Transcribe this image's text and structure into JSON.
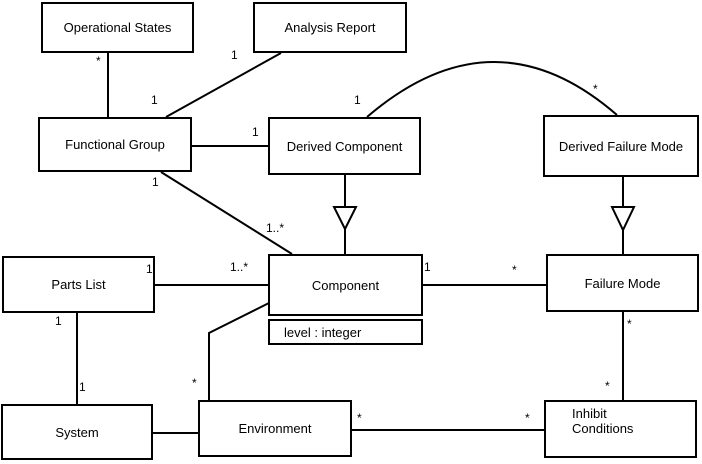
{
  "diagram": {
    "type": "uml-class-diagram",
    "background_color": "#ffffff",
    "line_color": "#000000",
    "classes": [
      {
        "label": "Operational States"
      },
      {
        "label": "Analysis Report"
      },
      {
        "label": "Functional Group"
      },
      {
        "label": "Derived Component"
      },
      {
        "label": "Derived Failure Mode"
      },
      {
        "label": "Parts List"
      },
      {
        "label": "Component",
        "attributes": [
          "level : integer"
        ]
      },
      {
        "label": "Failure Mode"
      },
      {
        "label": "System"
      },
      {
        "label": "Environment"
      },
      {
        "label": "Inhibit\nConditions"
      }
    ],
    "associations": [
      {
        "a": "Operational States",
        "b": "Functional Group",
        "a_mult": "*",
        "b_mult": ""
      },
      {
        "a": "Analysis Report",
        "b": "Functional Group",
        "a_mult": "1",
        "b_mult": "1"
      },
      {
        "a": "Derived Component",
        "b": "Functional Group",
        "a_mult": "1",
        "b_mult": ""
      },
      {
        "a": "Derived Component",
        "b": "Derived Failure Mode",
        "a_mult": "1",
        "b_mult": "*"
      },
      {
        "a": "Functional Group",
        "b": "Component",
        "a_mult": "1",
        "b_mult": "1..*"
      },
      {
        "a": "Parts List",
        "b": "Component",
        "a_mult": "1",
        "b_mult": "1..*"
      },
      {
        "a": "Component",
        "b": "Failure Mode",
        "a_mult": "1",
        "b_mult": "*"
      },
      {
        "a": "Parts List",
        "b": "System",
        "a_mult": "1",
        "b_mult": "1"
      },
      {
        "a": "System",
        "b": "Environment",
        "a_mult": "",
        "b_mult": ""
      },
      {
        "a": "Component",
        "b": "Environment",
        "a_mult": "",
        "b_mult": "*"
      },
      {
        "a": "Environment",
        "b": "Inhibit Conditions",
        "a_mult": "*",
        "b_mult": "*"
      },
      {
        "a": "Failure Mode",
        "b": "Inhibit Conditions",
        "a_mult": "*",
        "b_mult": "*"
      }
    ],
    "generalizations": [
      {
        "child": "Derived Component",
        "parent": "Component"
      },
      {
        "child": "Derived Failure Mode",
        "parent": "Failure Mode"
      }
    ]
  }
}
